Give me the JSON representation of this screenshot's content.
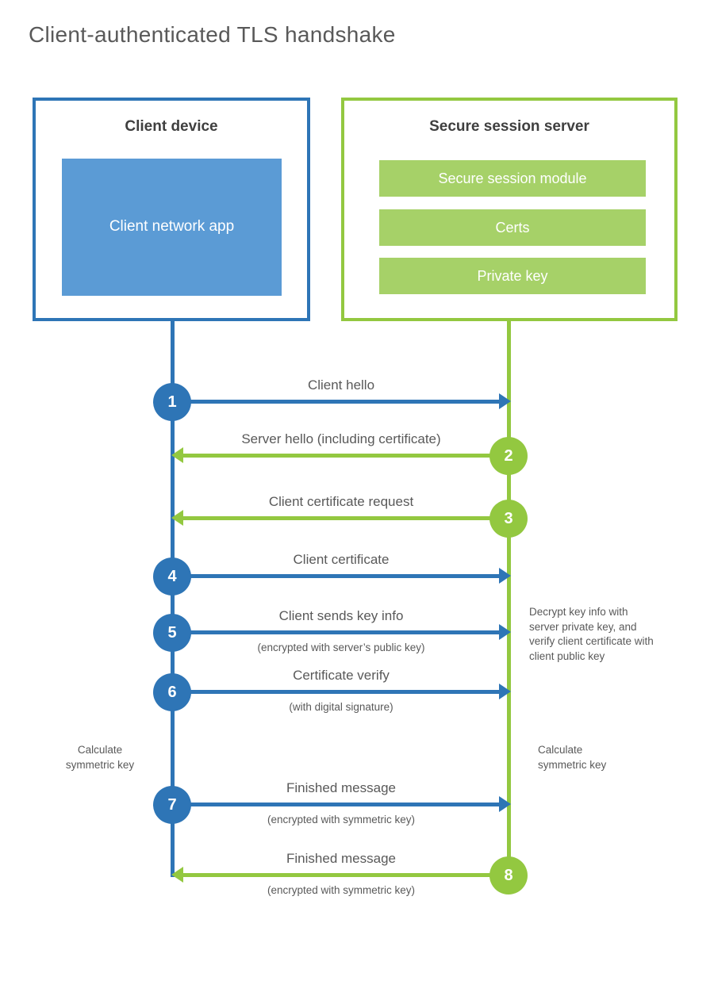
{
  "page": {
    "title": "Client-authenticated TLS handshake"
  },
  "colors": {
    "blue": "#2E75B6",
    "blue_light": "#5B9BD5",
    "green": "#93C840",
    "green_light": "#A6D168",
    "text_gray": "#595959",
    "heading_gray": "#3F3F3F"
  },
  "client_box": {
    "title": "Client device",
    "app_label": "Client network app"
  },
  "server_box": {
    "title": "Secure session server",
    "modules": [
      "Secure session module",
      "Certs",
      "Private key"
    ]
  },
  "messages": [
    {
      "step": "1",
      "label": "Client hello",
      "from": "client",
      "to": "server"
    },
    {
      "step": "2",
      "label": "Server hello (including certificate)",
      "from": "server",
      "to": "client"
    },
    {
      "step": "3",
      "label": "Client certificate request",
      "from": "server",
      "to": "client"
    },
    {
      "step": "4",
      "label": "Client certificate",
      "from": "client",
      "to": "server"
    },
    {
      "step": "5",
      "label": "Client sends key info",
      "sublabel": "(encrypted with server’s public key)",
      "from": "client",
      "to": "server"
    },
    {
      "step": "6",
      "label": "Certificate verify",
      "sublabel": "(with digital signature)",
      "from": "client",
      "to": "server"
    },
    {
      "step": "7",
      "label": "Finished message",
      "sublabel": "(encrypted with symmetric key)",
      "from": "client",
      "to": "server"
    },
    {
      "step": "8",
      "label": "Finished message",
      "sublabel": "(encrypted with symmetric key)",
      "from": "server",
      "to": "client"
    }
  ],
  "annotations": {
    "decrypt_note": "Decrypt key info with server private key, and verify client certificate with client public key",
    "calc_left": "Calculate symmetric key",
    "calc_right": "Calculate symmetric key"
  }
}
